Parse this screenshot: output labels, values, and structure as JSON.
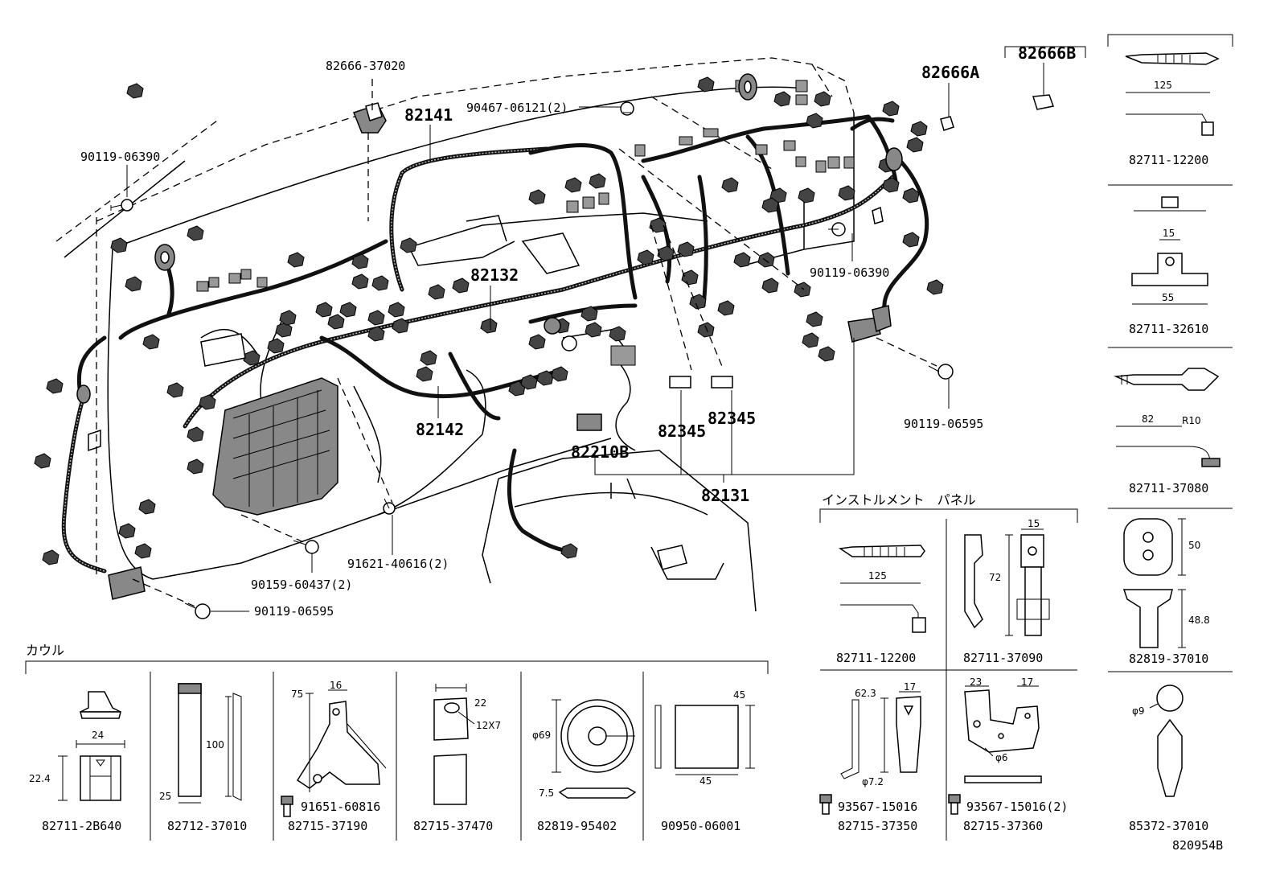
{
  "main_labels": {
    "p82666_37020": "82666-37020",
    "p82141": "82141",
    "p90467_06121": "90467-06121(2)",
    "p90119_06390_a": "90119-06390",
    "p82666A": "82666A",
    "p82666B": "82666B",
    "p82132": "82132",
    "p90119_06390_b": "90119-06390",
    "p82142": "82142",
    "p82210B": "82210B",
    "p82345_a": "82345",
    "p82345_b": "82345",
    "p90119_06595_a": "90119-06595",
    "p82131": "82131",
    "p91621_40616": "91621-40616(2)",
    "p90159_60437": "90159-60437(2)",
    "p90119_06595_b": "90119-06595"
  },
  "sections": {
    "cowl": "カウル",
    "instrument_panel": "インストルメント　パネル"
  },
  "cowl_parts": [
    {
      "part": "82711-2B640",
      "dims": [
        "24",
        "22.4"
      ]
    },
    {
      "part": "82712-37010",
      "dims": [
        "100",
        "25"
      ]
    },
    {
      "part": "82715-37190",
      "dims": [
        "75",
        "16"
      ],
      "bolt": "91651-60816"
    },
    {
      "part": "82715-37470",
      "dims": [
        "22",
        "12X7"
      ]
    },
    {
      "part": "82819-95402",
      "dims": [
        "φ69",
        "7.5"
      ]
    },
    {
      "part": "90950-06001",
      "dims": [
        "45",
        "45"
      ]
    }
  ],
  "panel_parts": [
    {
      "part": "82711-12200",
      "dims": [
        "125"
      ]
    },
    {
      "part": "82711-37090",
      "dims": [
        "15",
        "72"
      ]
    },
    {
      "part": "82715-37350",
      "dims": [
        "62.3",
        "17",
        "φ7.2"
      ],
      "bolt": "93567-15016"
    },
    {
      "part": "82715-37360",
      "dims": [
        "23",
        "17",
        "φ6"
      ],
      "bolt": "93567-15016(2)"
    }
  ],
  "right_parts": [
    {
      "part": "82711-12200",
      "dims": [
        "125"
      ]
    },
    {
      "part": "82711-32610",
      "dims": [
        "15",
        "55"
      ]
    },
    {
      "part": "82711-37080",
      "dims": [
        "82",
        "R10"
      ]
    },
    {
      "part": "82819-37010",
      "dims": [
        "50",
        "48.8"
      ]
    },
    {
      "part": "85372-37010",
      "dims": [
        "φ9"
      ]
    }
  ],
  "diagram_code": "820954B"
}
